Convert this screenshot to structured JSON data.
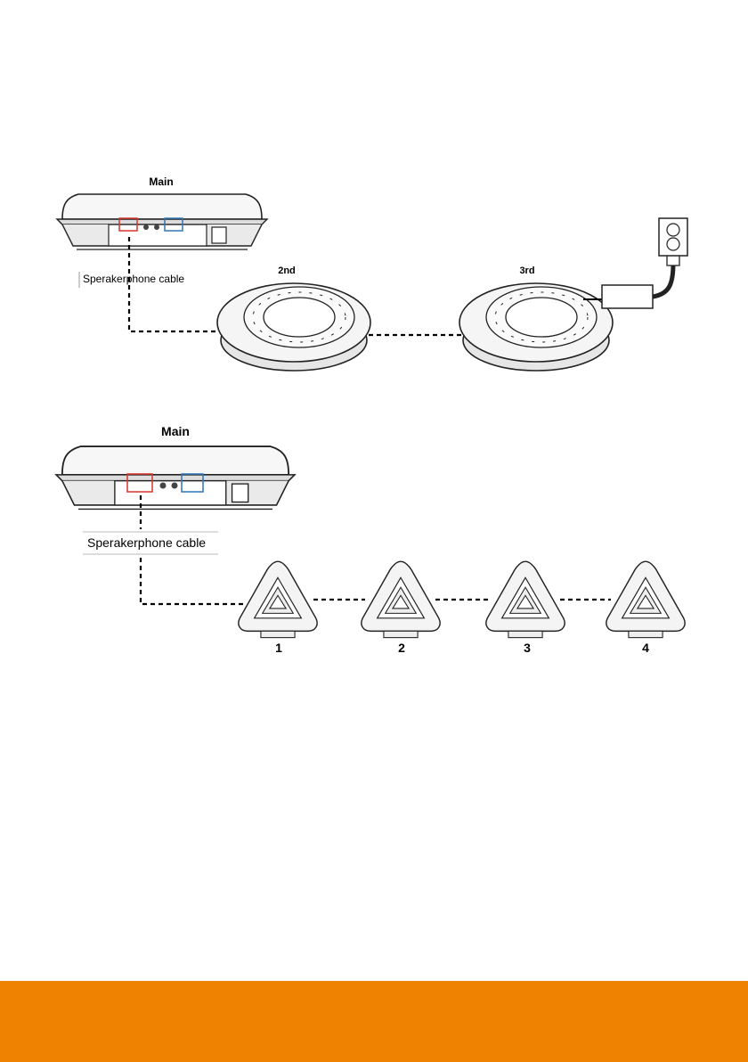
{
  "diagram1": {
    "main_label": "Main",
    "cable_label": "Sperakerphone cable",
    "speaker_labels": [
      "2nd",
      "3rd"
    ]
  },
  "diagram2": {
    "main_label": "Main",
    "cable_label": "Sperakerphone cable",
    "mic_labels": [
      "1",
      "2",
      "3",
      "4"
    ]
  },
  "colors": {
    "footer": "#EF8200",
    "port_highlight_red": "#D9342B",
    "port_highlight_blue": "#2E75B6"
  }
}
